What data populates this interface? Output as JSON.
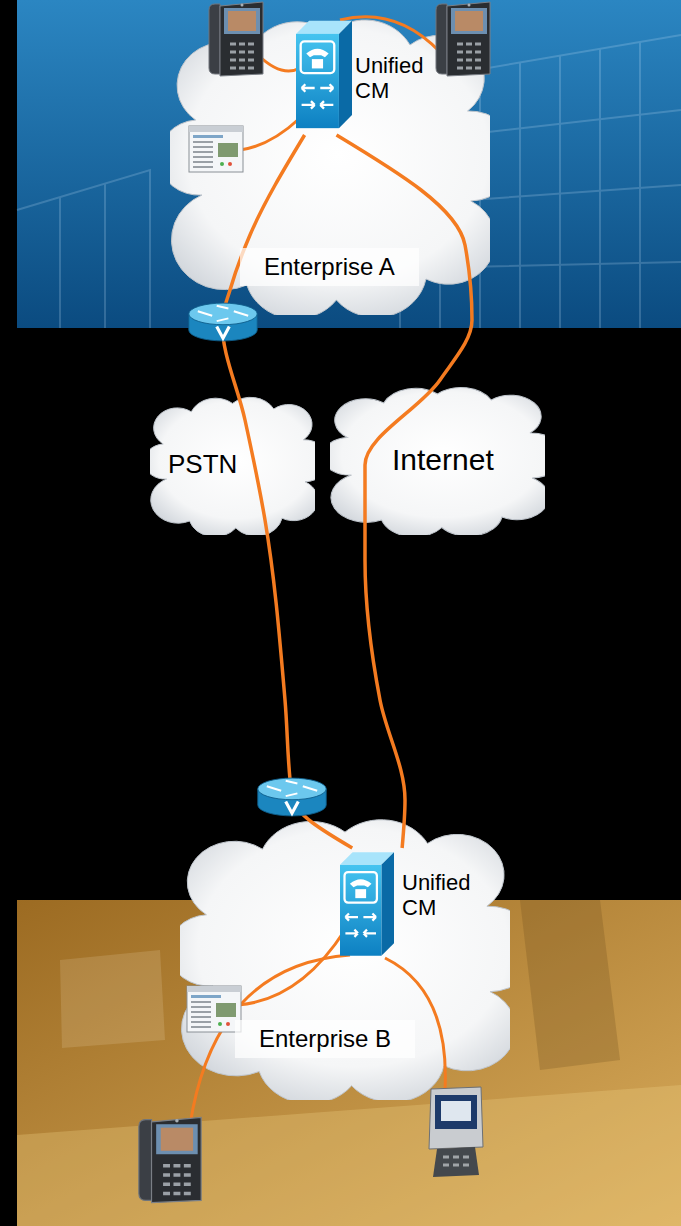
{
  "diagram": {
    "nodes": [
      {
        "text": [
          "Enterprise A"
        ]
      },
      {
        "text": [
          "Unified CM"
        ],
        "in": 0
      },
      {
        "text": [
          "PSTN"
        ]
      },
      {
        "text": [
          "Internet"
        ]
      },
      {
        "text": [
          "Enterprise B"
        ]
      },
      {
        "text": [
          "Unified CM"
        ],
        "in": 4
      }
    ],
    "edges": [
      {
        "from": 1,
        "to": 5,
        "arrow": "none"
      },
      {
        "from": 1,
        "to": 5,
        "arrow": "none"
      }
    ]
  }
}
